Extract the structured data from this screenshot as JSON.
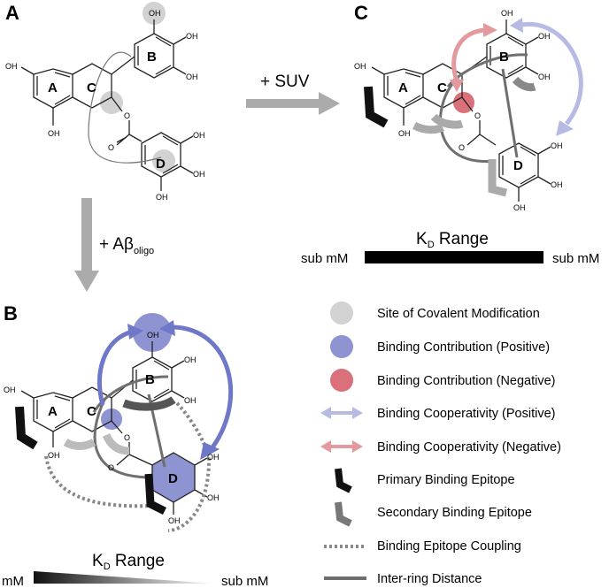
{
  "panels": {
    "a": "A",
    "b": "B",
    "c": "C"
  },
  "rings": {
    "a": "A",
    "b": "B",
    "c": "C",
    "d": "D"
  },
  "oh": "OH",
  "ester_o": "O",
  "arrows": {
    "suv": "+ SUV",
    "abeta_prefix": "+ A",
    "abeta_beta": "β",
    "abeta_sub": "oligo"
  },
  "kd": {
    "main": "K",
    "sub": "D",
    "tail": " Range",
    "panel_b_left": "mM",
    "panel_b_right": "sub mM",
    "panel_c_left": "sub mM",
    "panel_c_right": "sub mM"
  },
  "legend": [
    "Site of Covalent Modification",
    "Binding Contribution (Positive)",
    "Binding Contribution (Negative)",
    "Binding Cooperativity (Positive)",
    "Binding Cooperativity (Negative)",
    "Primary Binding Epitope",
    "Secondary Binding Epitope",
    "Binding Epitope Coupling",
    "Inter-ring Distance"
  ],
  "colors": {
    "gray_site": "#d2d2d2",
    "blue_dot": "#8e93d2",
    "blue_arrow": "#6f78c8",
    "blue_light": "#b7bbe4",
    "red_dot": "#d9707a",
    "red_light": "#e39a9f",
    "epitope_primary": "#111111",
    "epitope_secondary": "#8a8a8a",
    "arrow_gray": "#ababab"
  }
}
